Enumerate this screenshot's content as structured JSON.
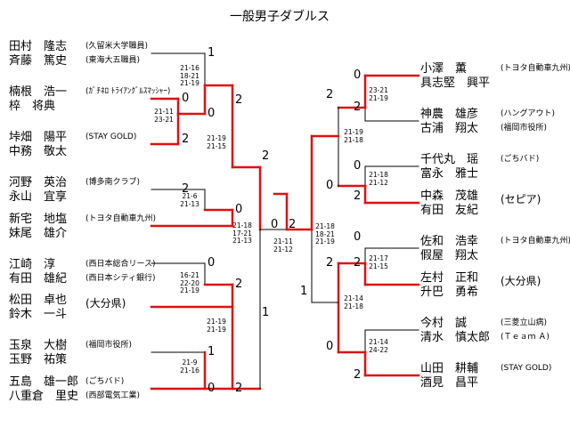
{
  "title": "一般男子ダブルス",
  "teams": [
    {
      "names": [
        "田村　隆志",
        "斉藤　篤史"
      ],
      "aff": [
        "(久留米大学職員)",
        "(東海大五職員)"
      ]
    },
    {
      "names": [
        "楠根　浩一",
        "椊　将典"
      ],
      "aff": [
        "(ｶﾞﾁﾈﾛ ﾄﾗｲｱﾝｸﾞﾙｽﾏｯｼｬｰ)",
        ""
      ]
    },
    {
      "names": [
        "垰畑　陽平",
        "中務　敬太"
      ],
      "aff": [
        "(STAY GOLD)",
        ""
      ]
    },
    {
      "names": [
        "河野　英治",
        "永山　宜享"
      ],
      "aff": [
        "(博多南クラブ)",
        ""
      ]
    },
    {
      "names": [
        "新宅　地塩",
        "妹尾　雄介"
      ],
      "aff": [
        "(トヨタ自動車九州)",
        ""
      ]
    },
    {
      "names": [
        "江崎　淳",
        "有田　雄紀"
      ],
      "aff": [
        "(西日本総合リース)",
        "(西日本シティ銀行)"
      ]
    },
    {
      "names": [
        "松田　卓也",
        "鈴木　一斗"
      ],
      "aff": [
        "(大分県)",
        ""
      ]
    },
    {
      "names": [
        "玉泉　大樹",
        "玉野　祐策"
      ],
      "aff": [
        "(福岡市役所)",
        ""
      ]
    },
    {
      "names": [
        "五島　雄一郎",
        "八重倉　里史"
      ],
      "aff": [
        "(ごちバド)",
        "(西部電気工業)"
      ]
    },
    {
      "names": [
        "小澤　薫",
        "具志堅　興平"
      ],
      "aff": [
        "(トヨタ自動車九州)",
        ""
      ]
    },
    {
      "names": [
        "神農　雄彦",
        "古浦　翔太"
      ],
      "aff": [
        "(ハングアウト)",
        "(福岡市役所)"
      ]
    },
    {
      "names": [
        "千代丸　瑶",
        "富永　雅士"
      ],
      "aff": [
        "(ごちバド)",
        ""
      ]
    },
    {
      "names": [
        "中森　茂雄",
        "有田　友紀"
      ],
      "aff": [
        "(セピア)",
        ""
      ]
    },
    {
      "names": [
        "佐和　浩幸",
        "假屋　翔太"
      ],
      "aff": [
        "(トヨタ自動車九州)",
        ""
      ]
    },
    {
      "names": [
        "左村　正和",
        "升巴　勇希"
      ],
      "aff": [
        "(大分県)",
        ""
      ]
    },
    {
      "names": [
        "今村　誠",
        "清水　慎太郎"
      ],
      "aff": [
        "(三菱立山病)",
        "(Ｔｅａｍ Ａ)"
      ]
    },
    {
      "names": [
        "山田　耕輔",
        "酒見　昌平"
      ],
      "aff": [
        "(STAY GOLD)",
        ""
      ]
    }
  ],
  "scores": [
    [
      "21-16",
      "18-21",
      "21-19"
    ],
    [
      "21-11",
      "23-21"
    ],
    [
      "21-19",
      "21-15"
    ],
    [
      "21-6",
      "21-13"
    ],
    [
      "21-18",
      "17-21",
      "21-13"
    ],
    [
      "16-21",
      "22-20",
      "21-19"
    ],
    [
      "21-19",
      "21-19"
    ],
    [
      "21-9",
      "21-16"
    ],
    [
      "21-11",
      "21-12"
    ],
    [
      "23-21",
      "21-19"
    ],
    [
      "21-19",
      "21-18"
    ],
    [
      "21-18",
      "21-12"
    ],
    [
      "21-18",
      "18-21",
      "21-19"
    ],
    [
      "21-17",
      "21-15"
    ],
    [
      "21-14",
      "21-18"
    ],
    [
      "21-14",
      "24-22"
    ]
  ],
  "wins": [
    "1",
    "0",
    "0",
    "2",
    "2",
    "0",
    "2",
    "2",
    "0",
    "2",
    "1",
    "0",
    "1",
    "2",
    "0",
    "2",
    "0",
    "2",
    "2",
    "0",
    "0",
    "2",
    "0",
    "2",
    "2",
    "1",
    "0",
    "2",
    "0",
    "2",
    "0",
    "2"
  ]
}
